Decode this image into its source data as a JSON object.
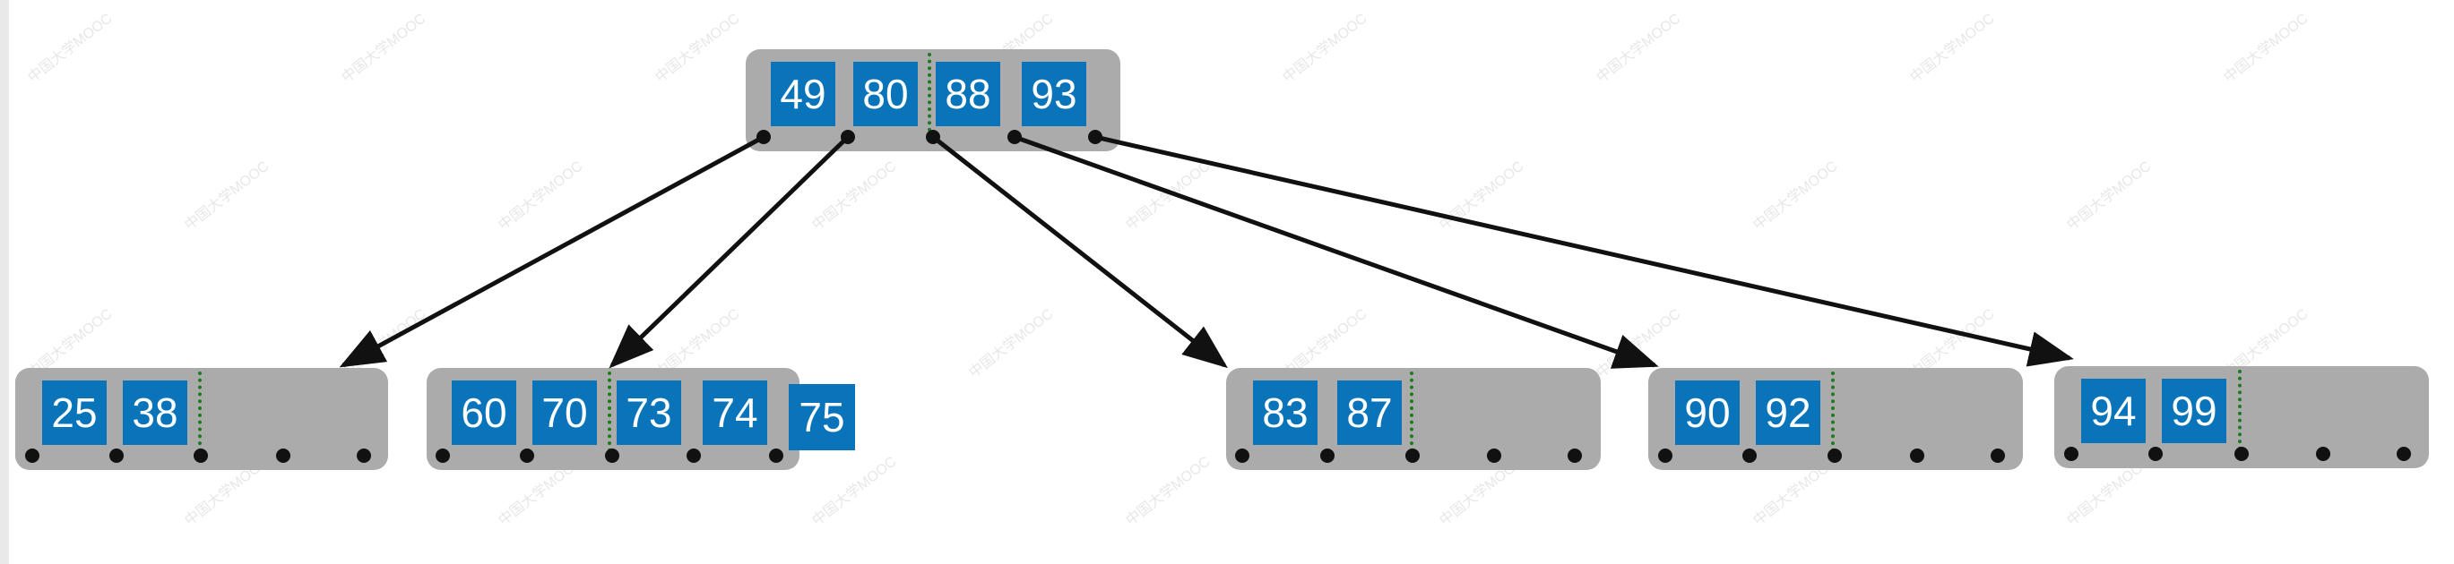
{
  "watermark": "中国大学MOOC",
  "colors": {
    "node": "#ababab",
    "key": "#0a74bb",
    "divider": "#1f7a1f",
    "pointer": "#111111",
    "edge": "#111111"
  },
  "root": {
    "keys": [
      "49",
      "80",
      "88",
      "93"
    ]
  },
  "children": [
    {
      "keys": [
        "25",
        "38"
      ]
    },
    {
      "keys": [
        "60",
        "70",
        "73",
        "74"
      ],
      "overflow_key": "75"
    },
    {
      "keys": [
        "83",
        "87"
      ]
    },
    {
      "keys": [
        "90",
        "92"
      ]
    },
    {
      "keys": [
        "94",
        "99"
      ]
    }
  ]
}
